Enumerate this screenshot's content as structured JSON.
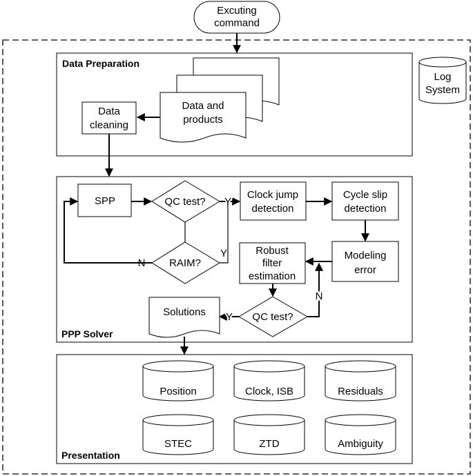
{
  "start": {
    "line1": "Excuting",
    "line2": "command"
  },
  "log": {
    "line1": "Log",
    "line2": "System"
  },
  "data_prep": {
    "title": "Data Preparation",
    "products": {
      "line1": "Data and",
      "line2": "products"
    },
    "cleaning": {
      "line1": "Data",
      "line2": "cleaning"
    }
  },
  "ppp": {
    "title": "PPP Solver",
    "spp": "SPP",
    "qc1": "QC test?",
    "raim": "RAIM?",
    "clock": {
      "line1": "Clock jump",
      "line2": "detection"
    },
    "cycle": {
      "line1": "Cycle slip",
      "line2": "detection"
    },
    "model": {
      "line1": "Modeling",
      "line2": "error"
    },
    "robust": {
      "line1": "Robust",
      "line2": "filter",
      "line3": "estimation"
    },
    "qc2": "QC test?",
    "solutions": "Solutions",
    "y": "Y",
    "n": "N"
  },
  "presentation": {
    "title": "Presentation",
    "items": [
      "Position",
      "Clock, ISB",
      "Residuals",
      "STEC",
      "ZTD",
      "Ambiguity"
    ]
  }
}
